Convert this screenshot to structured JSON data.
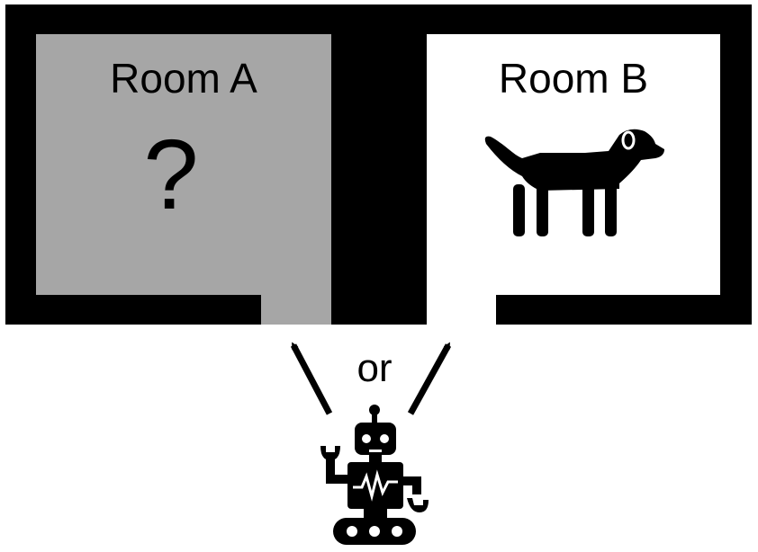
{
  "rooms": {
    "a": {
      "title": "Room A",
      "content_symbol": "?",
      "fill_color": "#a6a6a6"
    },
    "b": {
      "title": "Room B",
      "content_icon": "dog-icon",
      "fill_color": "#ffffff"
    }
  },
  "choice_label": "or",
  "agent_icon": "robot-icon",
  "arrow_icons": [
    "arrow-up-left-icon",
    "arrow-up-right-icon"
  ],
  "wall_color": "#000000"
}
